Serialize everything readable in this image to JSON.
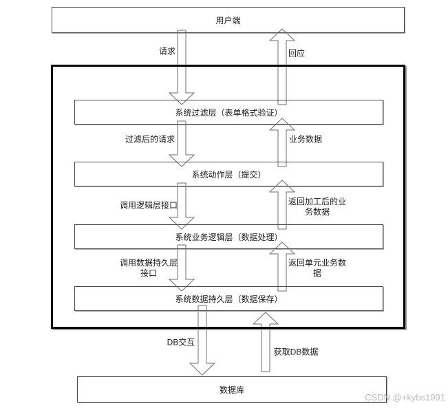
{
  "boxes": {
    "client": "用户端",
    "layers": [
      "系统过滤层（表单格式验证）",
      "系统动作层（提交）",
      "系统业务逻辑层（数据处理）",
      "系统数据持久层（数据保存）"
    ],
    "database": "数据库"
  },
  "labels": {
    "request": "请求",
    "response": "回应",
    "filtered_request": "过滤后的请求",
    "business_data": "业务数据",
    "call_logic_interface": "调用逻辑层接口",
    "return_processed_data": "返回加工后的业务数据",
    "call_persistence_interface": "调用数据持久层接口",
    "return_unit_data": "返回单元业务数据",
    "db_interaction": "DB交互",
    "get_db_data": "获取DB数据"
  },
  "watermark": "CSDN @+kybs1991",
  "colors": {
    "box_border": "#4a4a4a",
    "container_border": "#000000",
    "arrow_outline": "#6e6e6e",
    "text": "#1a1a1a",
    "watermark": "#bcbcbc",
    "background": "#ffffff"
  }
}
